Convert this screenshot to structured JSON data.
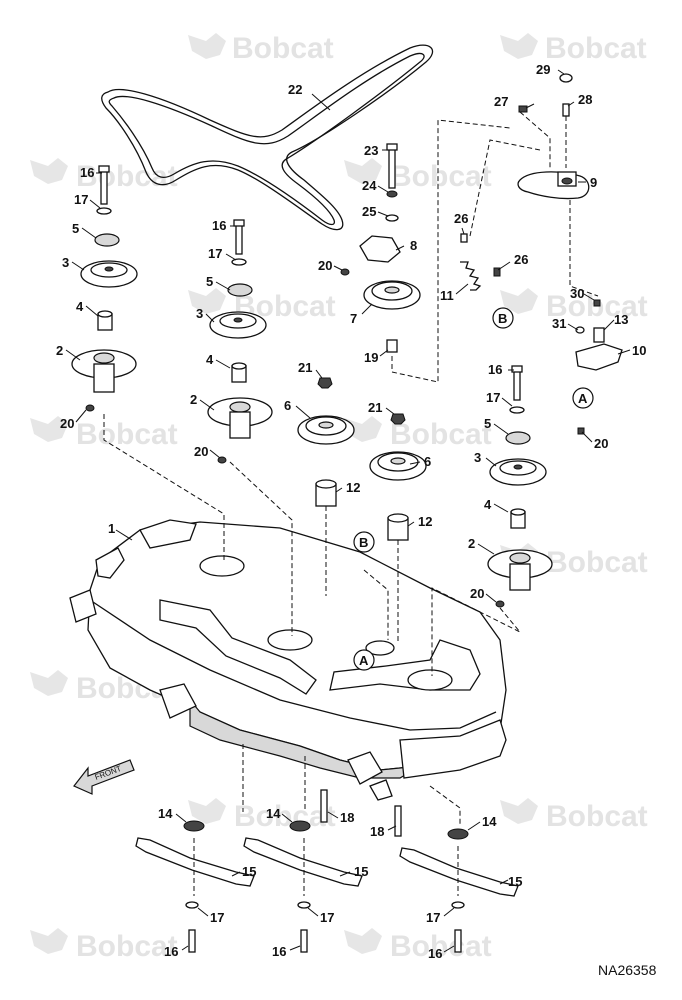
{
  "diagram": {
    "watermark_text": "Bobcat",
    "document_code": "NA26358",
    "direction_label": "FRONT",
    "reference_letters": {
      "a": "A",
      "b": "B"
    },
    "callouts": {
      "c1": "1",
      "c2a": "2",
      "c2b": "2",
      "c2c": "2",
      "c3a": "3",
      "c3b": "3",
      "c3c": "3",
      "c4a": "4",
      "c4b": "4",
      "c4c": "4",
      "c5a": "5",
      "c5b": "5",
      "c5c": "5",
      "c6a": "6",
      "c6b": "6",
      "c7": "7",
      "c8": "8",
      "c9": "9",
      "c10": "10",
      "c11": "11",
      "c12a": "12",
      "c12b": "12",
      "c13": "13",
      "c14a": "14",
      "c14b": "14",
      "c14c": "14",
      "c15a": "15",
      "c15b": "15",
      "c15c": "15",
      "c16a": "16",
      "c16b": "16",
      "c16c": "16",
      "c16d": "16",
      "c16e": "16",
      "c16f": "16",
      "c17a": "17",
      "c17b": "17",
      "c17c": "17",
      "c17d": "17",
      "c17e": "17",
      "c17f": "17",
      "c18a": "18",
      "c18b": "18",
      "c19": "19",
      "c20a": "20",
      "c20b": "20",
      "c20c": "20",
      "c20d": "20",
      "c20e": "20",
      "c21a": "21",
      "c21b": "21",
      "c22": "22",
      "c23": "23",
      "c24": "24",
      "c25": "25",
      "c26a": "26",
      "c26b": "26",
      "c27": "27",
      "c28": "28",
      "c29": "29",
      "c30": "30",
      "c31": "31"
    }
  }
}
